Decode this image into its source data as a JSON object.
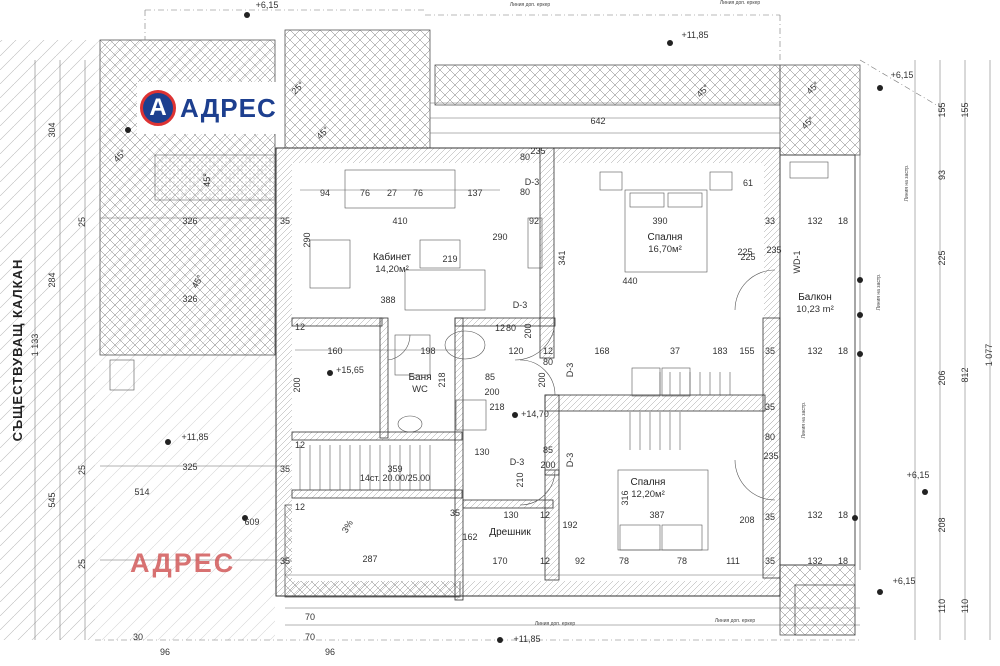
{
  "logo": {
    "mark": "A",
    "text": "АДРЕС"
  },
  "watermark": "АДРЕС",
  "side_label": "СЪЩЕСТВУВАЩ КАЛКАН",
  "rooms": [
    {
      "name": "Кабинет",
      "area": "14,20м²"
    },
    {
      "name": "Спалня",
      "area": "16,70м²"
    },
    {
      "name": "Балкон",
      "area": "10,23 m²"
    },
    {
      "name": "Баня",
      "area": "WC"
    },
    {
      "name": "Спалня",
      "area": "12,20м²"
    },
    {
      "name": "Дрешник",
      "area": ""
    }
  ],
  "stairs": "14ст. 20.00/25.00",
  "levels": [
    "+6,15",
    "+11,85",
    "+6,15",
    "+15,65",
    "+14,70",
    "+11,85",
    "+6,15",
    "+6,15",
    "+11,85"
  ],
  "doors": [
    "D-3",
    "D-3",
    "D-3",
    "D-3",
    "D-3",
    "WD-1"
  ],
  "slopes": [
    "45°",
    "45°",
    "45°",
    "45°",
    "45°",
    "45°",
    "3%",
    "25°",
    "45°"
  ],
  "dims_left": [
    "304",
    "25",
    "284",
    "25",
    "545",
    "25",
    "1 133"
  ],
  "dims_right": [
    "155",
    "155",
    "93",
    "225",
    "206",
    "812",
    "1 077",
    "208",
    "110",
    "110"
  ],
  "dims_inner": [
    "642",
    "235",
    "80",
    "80",
    "94",
    "76",
    "27",
    "76",
    "137",
    "410",
    "92",
    "390",
    "61",
    "33",
    "132",
    "18",
    "225",
    "235",
    "290",
    "219",
    "290",
    "341",
    "440",
    "225",
    "388",
    "12",
    "80",
    "200",
    "120",
    "12",
    "168",
    "37",
    "183",
    "155",
    "35",
    "132",
    "18",
    "160",
    "198",
    "218",
    "85",
    "200",
    "200",
    "218",
    "80",
    "200",
    "35",
    "80",
    "235",
    "359",
    "130",
    "210",
    "85",
    "200",
    "316",
    "387",
    "208",
    "132",
    "18",
    "130",
    "12",
    "162",
    "192",
    "170",
    "12",
    "92",
    "78",
    "78",
    "111",
    "35",
    "35",
    "132",
    "18",
    "326",
    "326",
    "325",
    "514",
    "609",
    "287",
    "12",
    "12",
    "12",
    "35",
    "35",
    "35",
    "35",
    "70",
    "70",
    "96",
    "96",
    "30"
  ],
  "small_notes": [
    "Линия доп. еркер",
    "Линия доп. еркер",
    "Линия доп. еркер",
    "Линия доп. еркер",
    "Линия на застр.",
    "Линия на застр.",
    "Линия на застр."
  ]
}
